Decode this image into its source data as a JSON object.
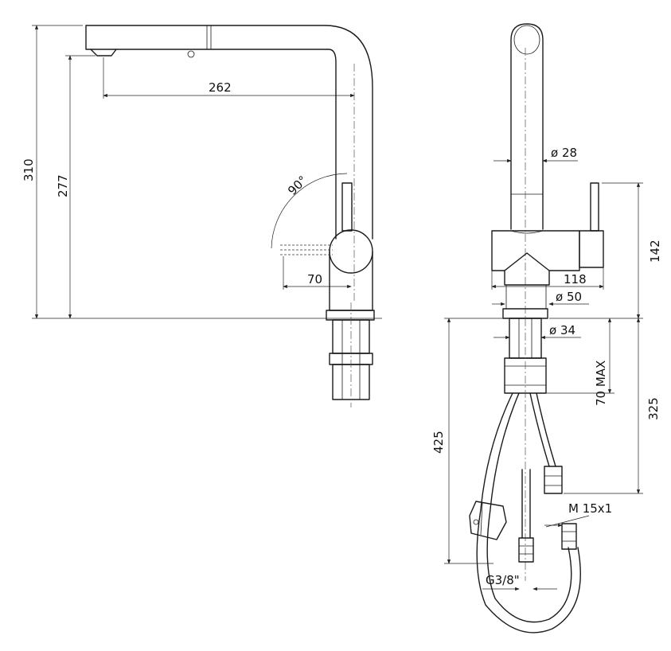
{
  "dimensions": {
    "d310": "310",
    "d277": "277",
    "d262": "262",
    "d90": "90°",
    "d70": "70",
    "d28": "ø 28",
    "d142": "142",
    "d118": "118",
    "d50": "ø 50",
    "d34": "ø 34",
    "d70max": "70 MAX",
    "d325": "325",
    "d425": "425",
    "m15": "M 15x1",
    "g38": "G3/8\""
  }
}
